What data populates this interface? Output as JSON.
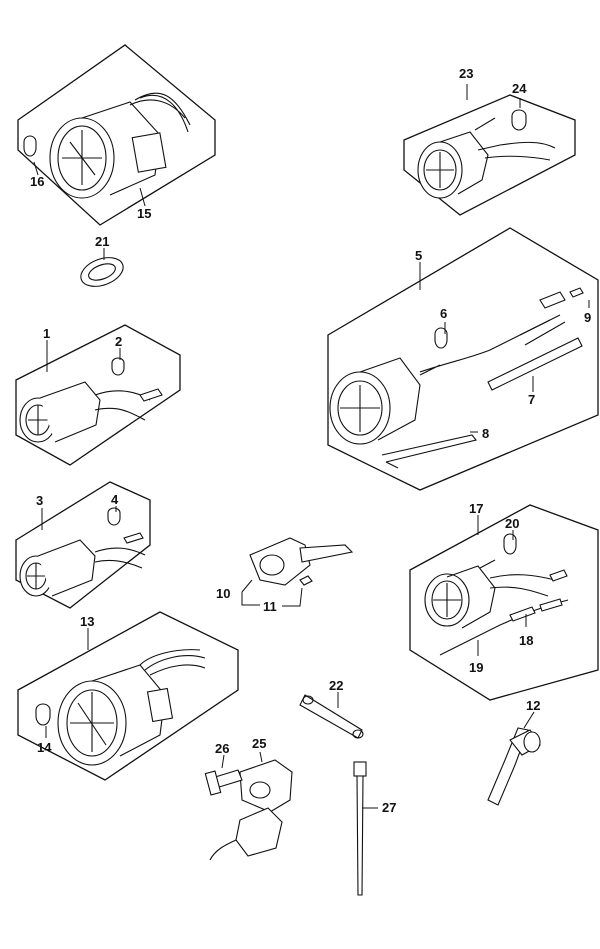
{
  "parts": [
    {
      "no": "1"
    },
    {
      "no": "2"
    },
    {
      "no": "3"
    },
    {
      "no": "4"
    },
    {
      "no": "5"
    },
    {
      "no": "6"
    },
    {
      "no": "7"
    },
    {
      "no": "8"
    },
    {
      "no": "9"
    },
    {
      "no": "10"
    },
    {
      "no": "11"
    },
    {
      "no": "12"
    },
    {
      "no": "13"
    },
    {
      "no": "14"
    },
    {
      "no": "15"
    },
    {
      "no": "16"
    },
    {
      "no": "17"
    },
    {
      "no": "18"
    },
    {
      "no": "19"
    },
    {
      "no": "20"
    },
    {
      "no": "21"
    },
    {
      "no": "22"
    },
    {
      "no": "23"
    },
    {
      "no": "24"
    },
    {
      "no": "25"
    },
    {
      "no": "26"
    },
    {
      "no": "27"
    }
  ]
}
